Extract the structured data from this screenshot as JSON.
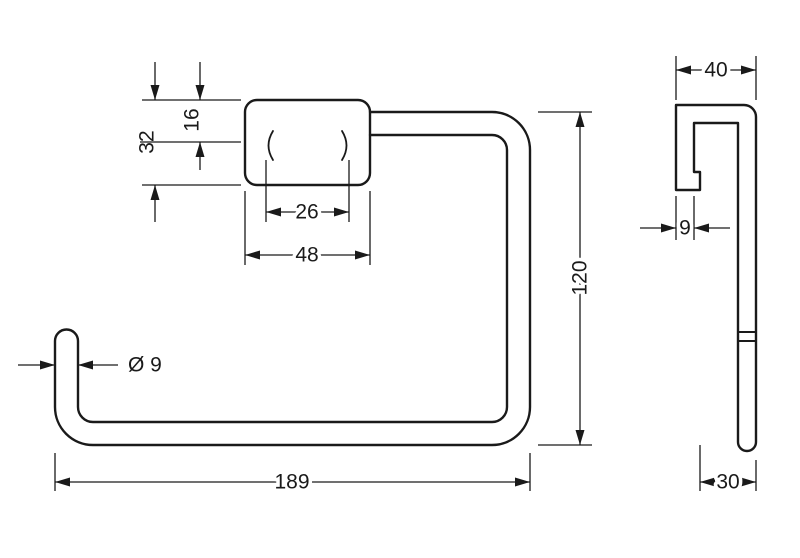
{
  "drawing": {
    "background": "#ffffff",
    "line_color": "#1a1a1a"
  },
  "views": {
    "front": {
      "dimensions": {
        "overall_width": "189",
        "overall_height": "120",
        "plate_height": "32",
        "plate_top_offset": "16",
        "mount_hole_spacing": "26",
        "plate_width": "48",
        "tube_diameter": "Ø 9"
      }
    },
    "side": {
      "dimensions": {
        "depth": "40",
        "plate_thickness": "9",
        "lower_depth": "30"
      }
    }
  }
}
